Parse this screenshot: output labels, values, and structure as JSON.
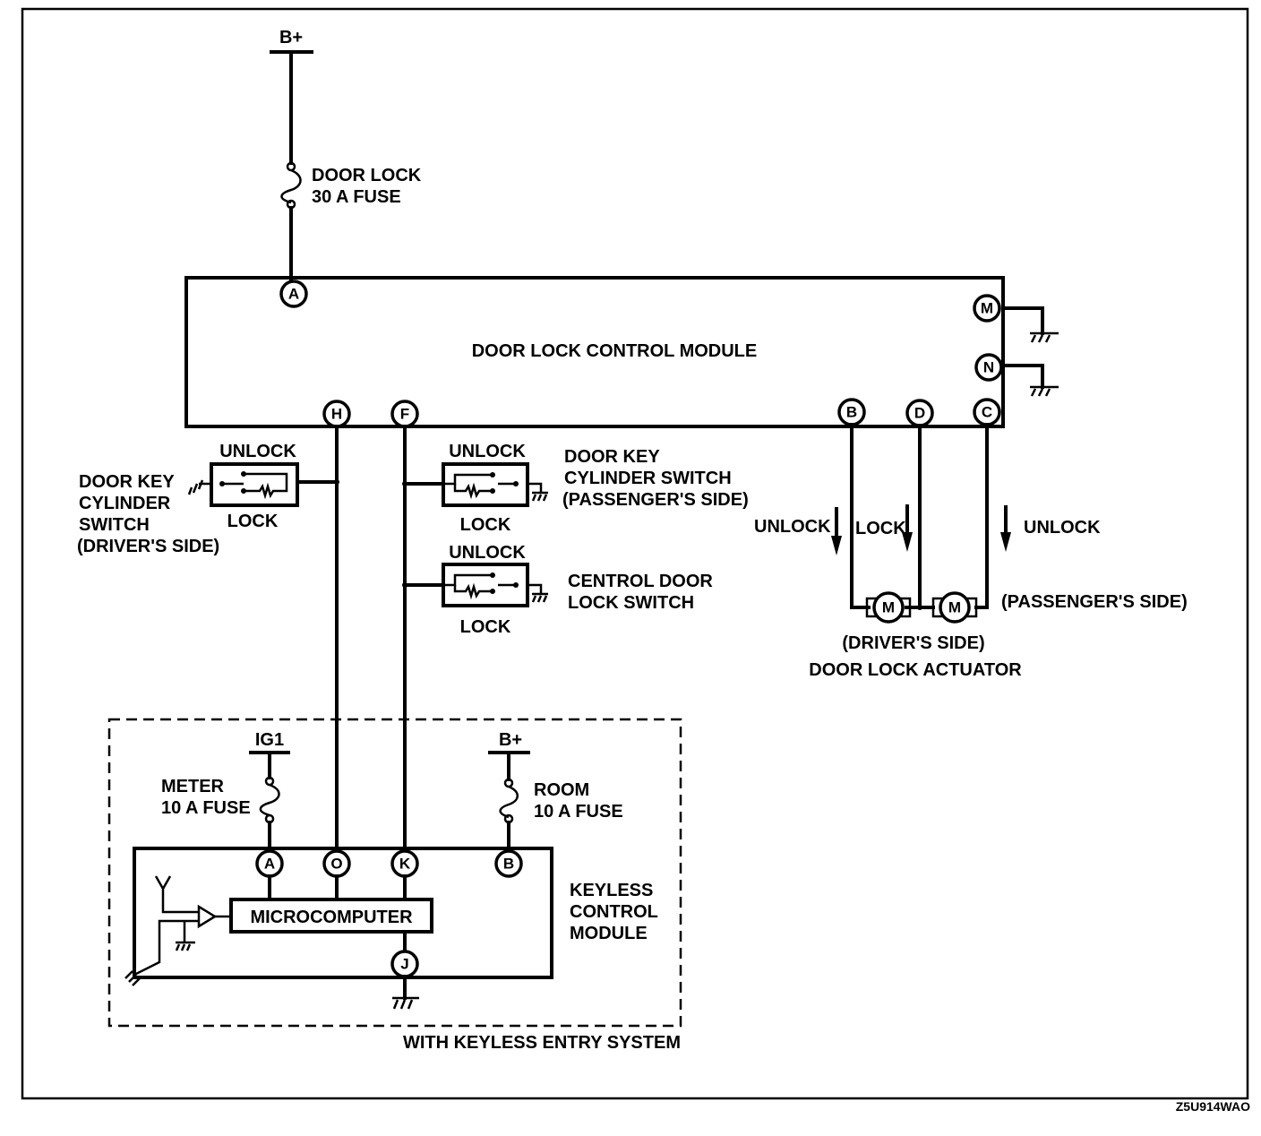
{
  "diagram": {
    "figure_code": "Z5U914WAO",
    "power": {
      "main_supply": "B+",
      "main_fuse": [
        "DOOR LOCK",
        "30 A FUSE"
      ],
      "ig_supply": "IG1",
      "meter_fuse": [
        "METER",
        "10 A FUSE"
      ],
      "room_supply": "B+",
      "room_fuse": [
        "ROOM",
        "10 A FUSE"
      ]
    },
    "door_lock_control_module": {
      "label": "DOOR LOCK CONTROL MODULE",
      "terminals": {
        "A": "A",
        "M": "M",
        "N": "N",
        "H": "H",
        "F": "F",
        "B": "B",
        "D": "D",
        "C": "C"
      }
    },
    "switches": {
      "driver_key": {
        "unlock": "UNLOCK",
        "lock": "LOCK",
        "label": [
          "DOOR KEY",
          "CYLINDER",
          "SWITCH",
          "(DRIVER'S SIDE)"
        ]
      },
      "passenger_key": {
        "unlock": "UNLOCK",
        "lock": "LOCK",
        "label": [
          "DOOR KEY",
          "CYLINDER SWITCH",
          "(PASSENGER'S SIDE)"
        ]
      },
      "central": {
        "unlock": "UNLOCK",
        "lock": "LOCK",
        "label": [
          "CENTROL DOOR",
          "LOCK SWITCH"
        ]
      }
    },
    "actuators": {
      "arrow_labels": [
        "UNLOCK",
        "LOCK",
        "UNLOCK"
      ],
      "motor_symbol": "M",
      "passenger_label": "(PASSENGER'S SIDE)",
      "driver_label": "(DRIVER'S SIDE)",
      "title": "DOOR LOCK ACTUATOR"
    },
    "keyless_control_module": {
      "label": [
        "KEYLESS",
        "CONTROL",
        "MODULE"
      ],
      "microcomputer": "MICROCOMPUTER",
      "terminals": {
        "A": "A",
        "O": "O",
        "K": "K",
        "B": "B",
        "J": "J"
      },
      "group_label": "WITH KEYLESS ENTRY SYSTEM"
    }
  }
}
